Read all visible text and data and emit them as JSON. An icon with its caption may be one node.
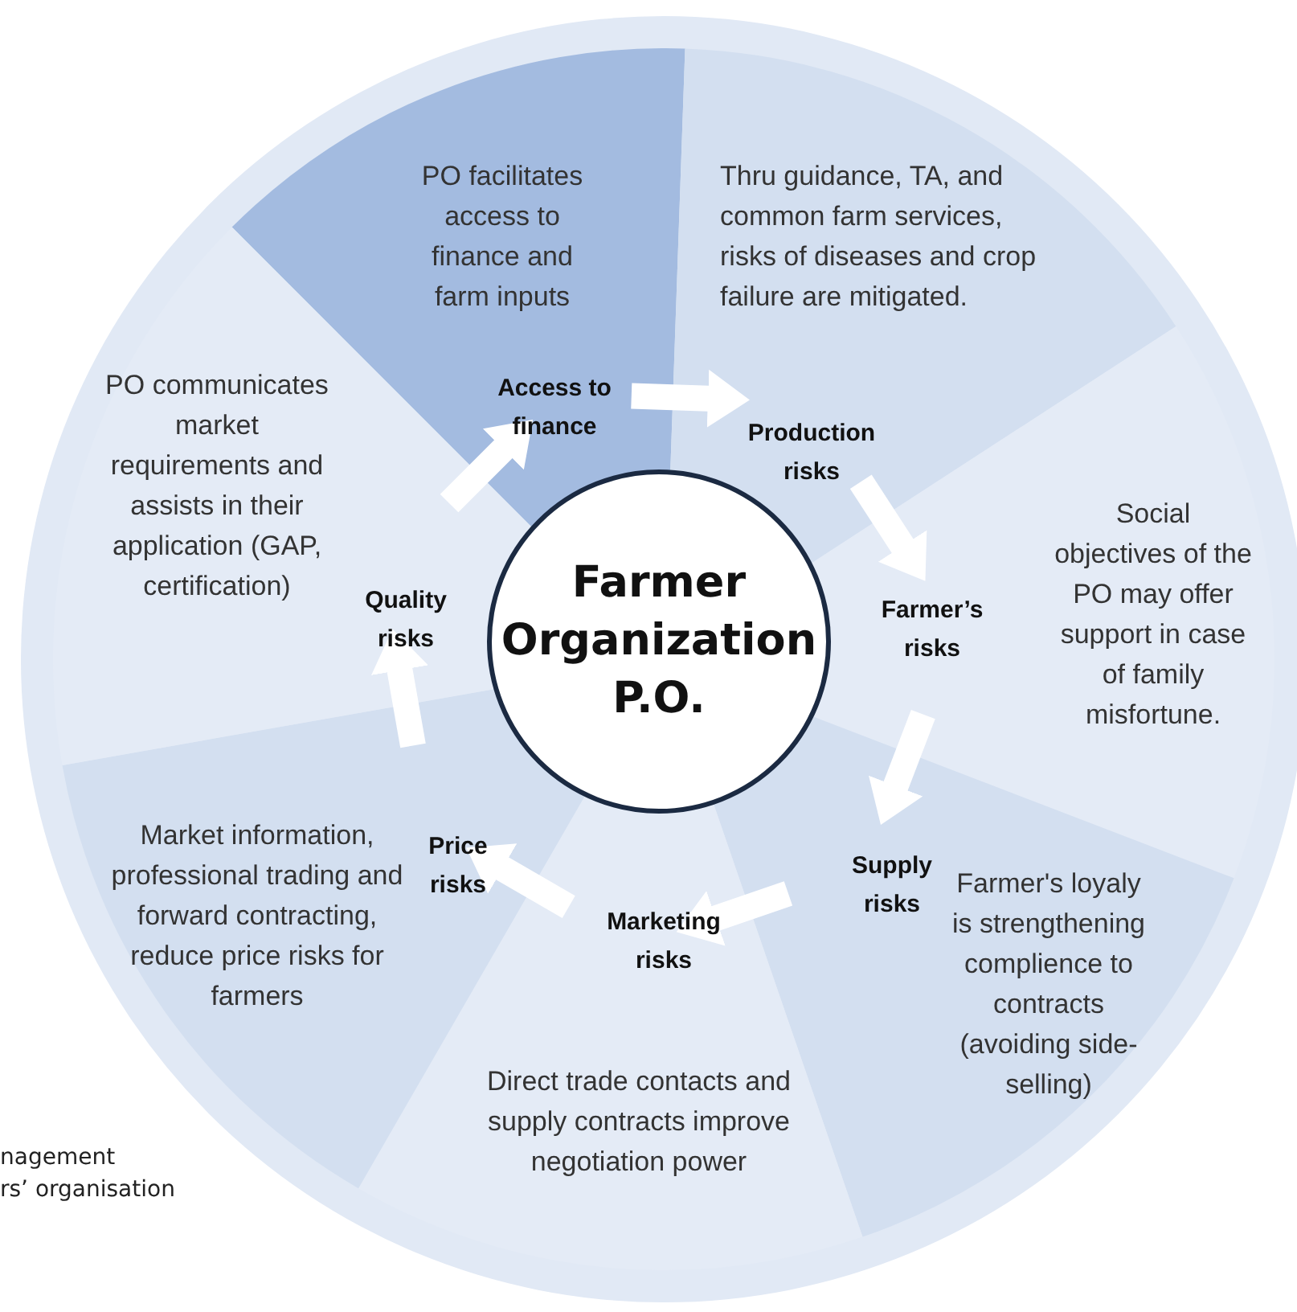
{
  "diagram": {
    "nodes": [
      {
        "text": [
          "Farmer Organization P.O."
        ]
      },
      {
        "text": [
          "PO facilitates access to finance and farm inputs",
          "Access to finance"
        ]
      },
      {
        "text": [
          "Thru guidance, TA, and common farm services, risks of diseases and crop failure are mitigated.",
          "Production risks"
        ]
      },
      {
        "text": [
          "Farmer’s risks",
          "Social objectives of the PO may offer support in case of family misfortune."
        ]
      },
      {
        "text": [
          "Supply risks",
          "Farmer's loyaly is strengthening complience to contracts (avoiding side-selling)"
        ]
      },
      {
        "text": [
          "Marketing risks",
          "Direct trade contacts and supply contracts improve negotiation power"
        ]
      },
      {
        "text": [
          "Market information, professional trading and forward contracting, reduce price risks for farmers",
          "Price risks"
        ]
      },
      {
        "text": [
          "PO communicates market requirements and assists in their application (GAP, certification)",
          "Quality risks"
        ]
      }
    ],
    "edges": [
      {
        "from": 7,
        "to": 1,
        "arrow": "to"
      },
      {
        "from": 1,
        "to": 2,
        "arrow": "to"
      },
      {
        "from": 2,
        "to": 3,
        "arrow": "to"
      },
      {
        "from": 3,
        "to": 4,
        "arrow": "to"
      },
      {
        "from": 4,
        "to": 5,
        "arrow": "to"
      },
      {
        "from": 5,
        "to": 6,
        "arrow": "to"
      },
      {
        "from": 6,
        "to": 7,
        "arrow": "to"
      }
    ],
    "labels": [
      "nagement",
      "rs’ organisation"
    ]
  }
}
